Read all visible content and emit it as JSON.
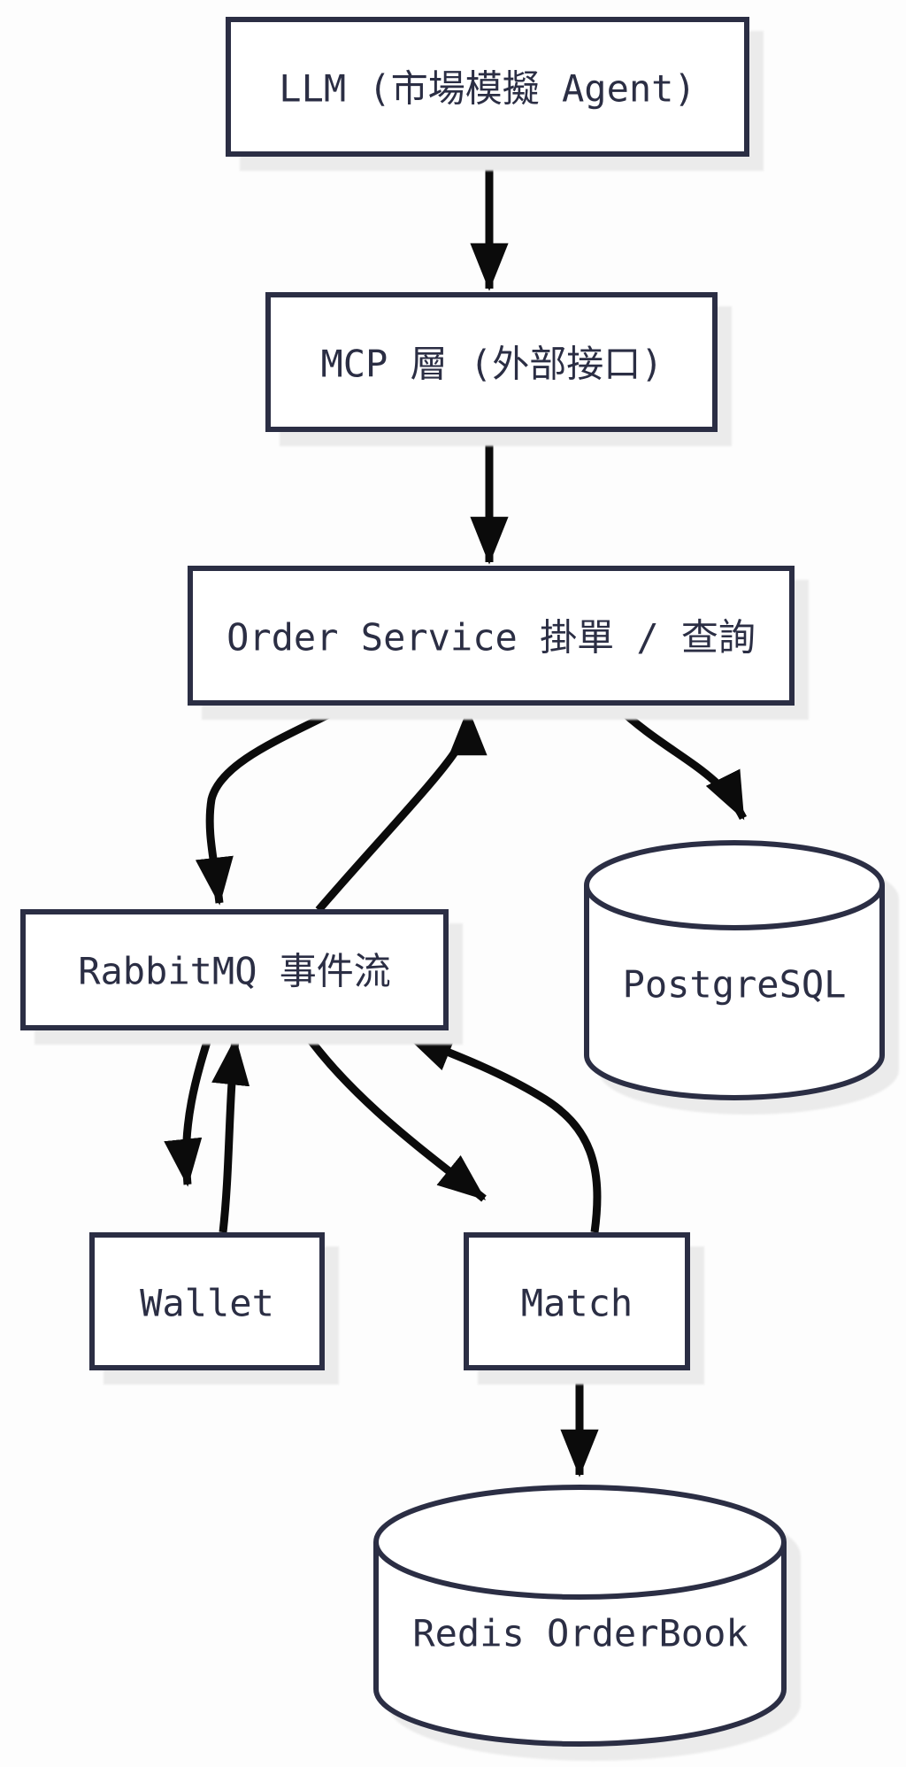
{
  "diagram": {
    "type": "flowchart",
    "background": "#fdfdfd",
    "colors": {
      "node_border": "#2b2e44",
      "node_fill": "#ffffff",
      "label_text": "#2b2e44",
      "arrow": "#0b0b0b",
      "shadow": "#ebebeb"
    },
    "nodes": {
      "llm": {
        "label": "LLM (市場模擬 Agent)",
        "shape": "rectangle"
      },
      "mcp": {
        "label": "MCP 層 (外部接口)",
        "shape": "rectangle"
      },
      "order_service": {
        "label": "Order Service 掛單 / 查詢",
        "shape": "rectangle"
      },
      "rabbitmq": {
        "label": "RabbitMQ 事件流",
        "shape": "rectangle"
      },
      "postgresql": {
        "label": "PostgreSQL",
        "shape": "cylinder"
      },
      "wallet": {
        "label": "Wallet",
        "shape": "rectangle"
      },
      "match": {
        "label": "Match",
        "shape": "rectangle"
      },
      "redis": {
        "label": "Redis OrderBook",
        "shape": "cylinder"
      }
    },
    "edges": [
      {
        "id": "llm-to-mcp",
        "from": "llm",
        "to": "mcp"
      },
      {
        "id": "mcp-to-order-service",
        "from": "mcp",
        "to": "order_service"
      },
      {
        "id": "order-service-to-rabbitmq",
        "from": "order_service",
        "to": "rabbitmq"
      },
      {
        "id": "rabbitmq-to-order-service",
        "from": "rabbitmq",
        "to": "order_service"
      },
      {
        "id": "order-service-to-postgresql",
        "from": "order_service",
        "to": "postgresql"
      },
      {
        "id": "rabbitmq-to-wallet",
        "from": "rabbitmq",
        "to": "wallet"
      },
      {
        "id": "wallet-to-rabbitmq",
        "from": "wallet",
        "to": "rabbitmq"
      },
      {
        "id": "rabbitmq-to-match",
        "from": "rabbitmq",
        "to": "match"
      },
      {
        "id": "match-to-rabbitmq",
        "from": "match",
        "to": "rabbitmq"
      },
      {
        "id": "match-to-redis",
        "from": "match",
        "to": "redis"
      }
    ]
  }
}
